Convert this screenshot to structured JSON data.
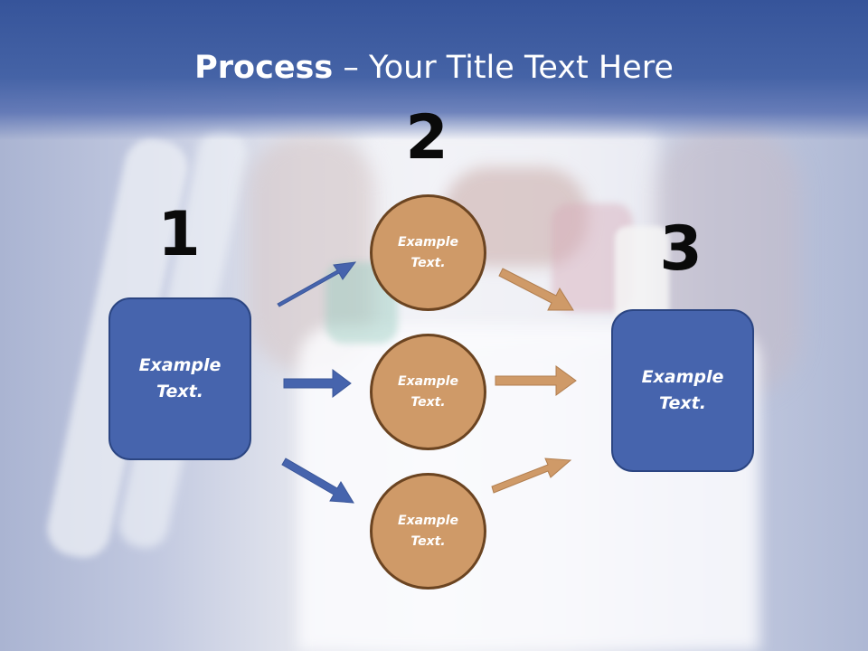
{
  "slide": {
    "title_strong": "Process",
    "title_rest": " – Your Title Text Here",
    "numbers": {
      "n1": "1",
      "n2": "2",
      "n3": "3"
    },
    "boxes": {
      "left": "Example\nText.",
      "right": "Example\nText."
    },
    "circles": {
      "top": "Example\nText.",
      "middle": "Example\nText.",
      "bottom": "Example\nText."
    },
    "colors": {
      "title_bar": "#4563a6",
      "box_fill": "#4664ad",
      "circle_fill": "#cf9a68",
      "circle_border": "#6b4421",
      "arrow_blue": "#4664ad",
      "arrow_tan": "#cf9a68"
    }
  }
}
